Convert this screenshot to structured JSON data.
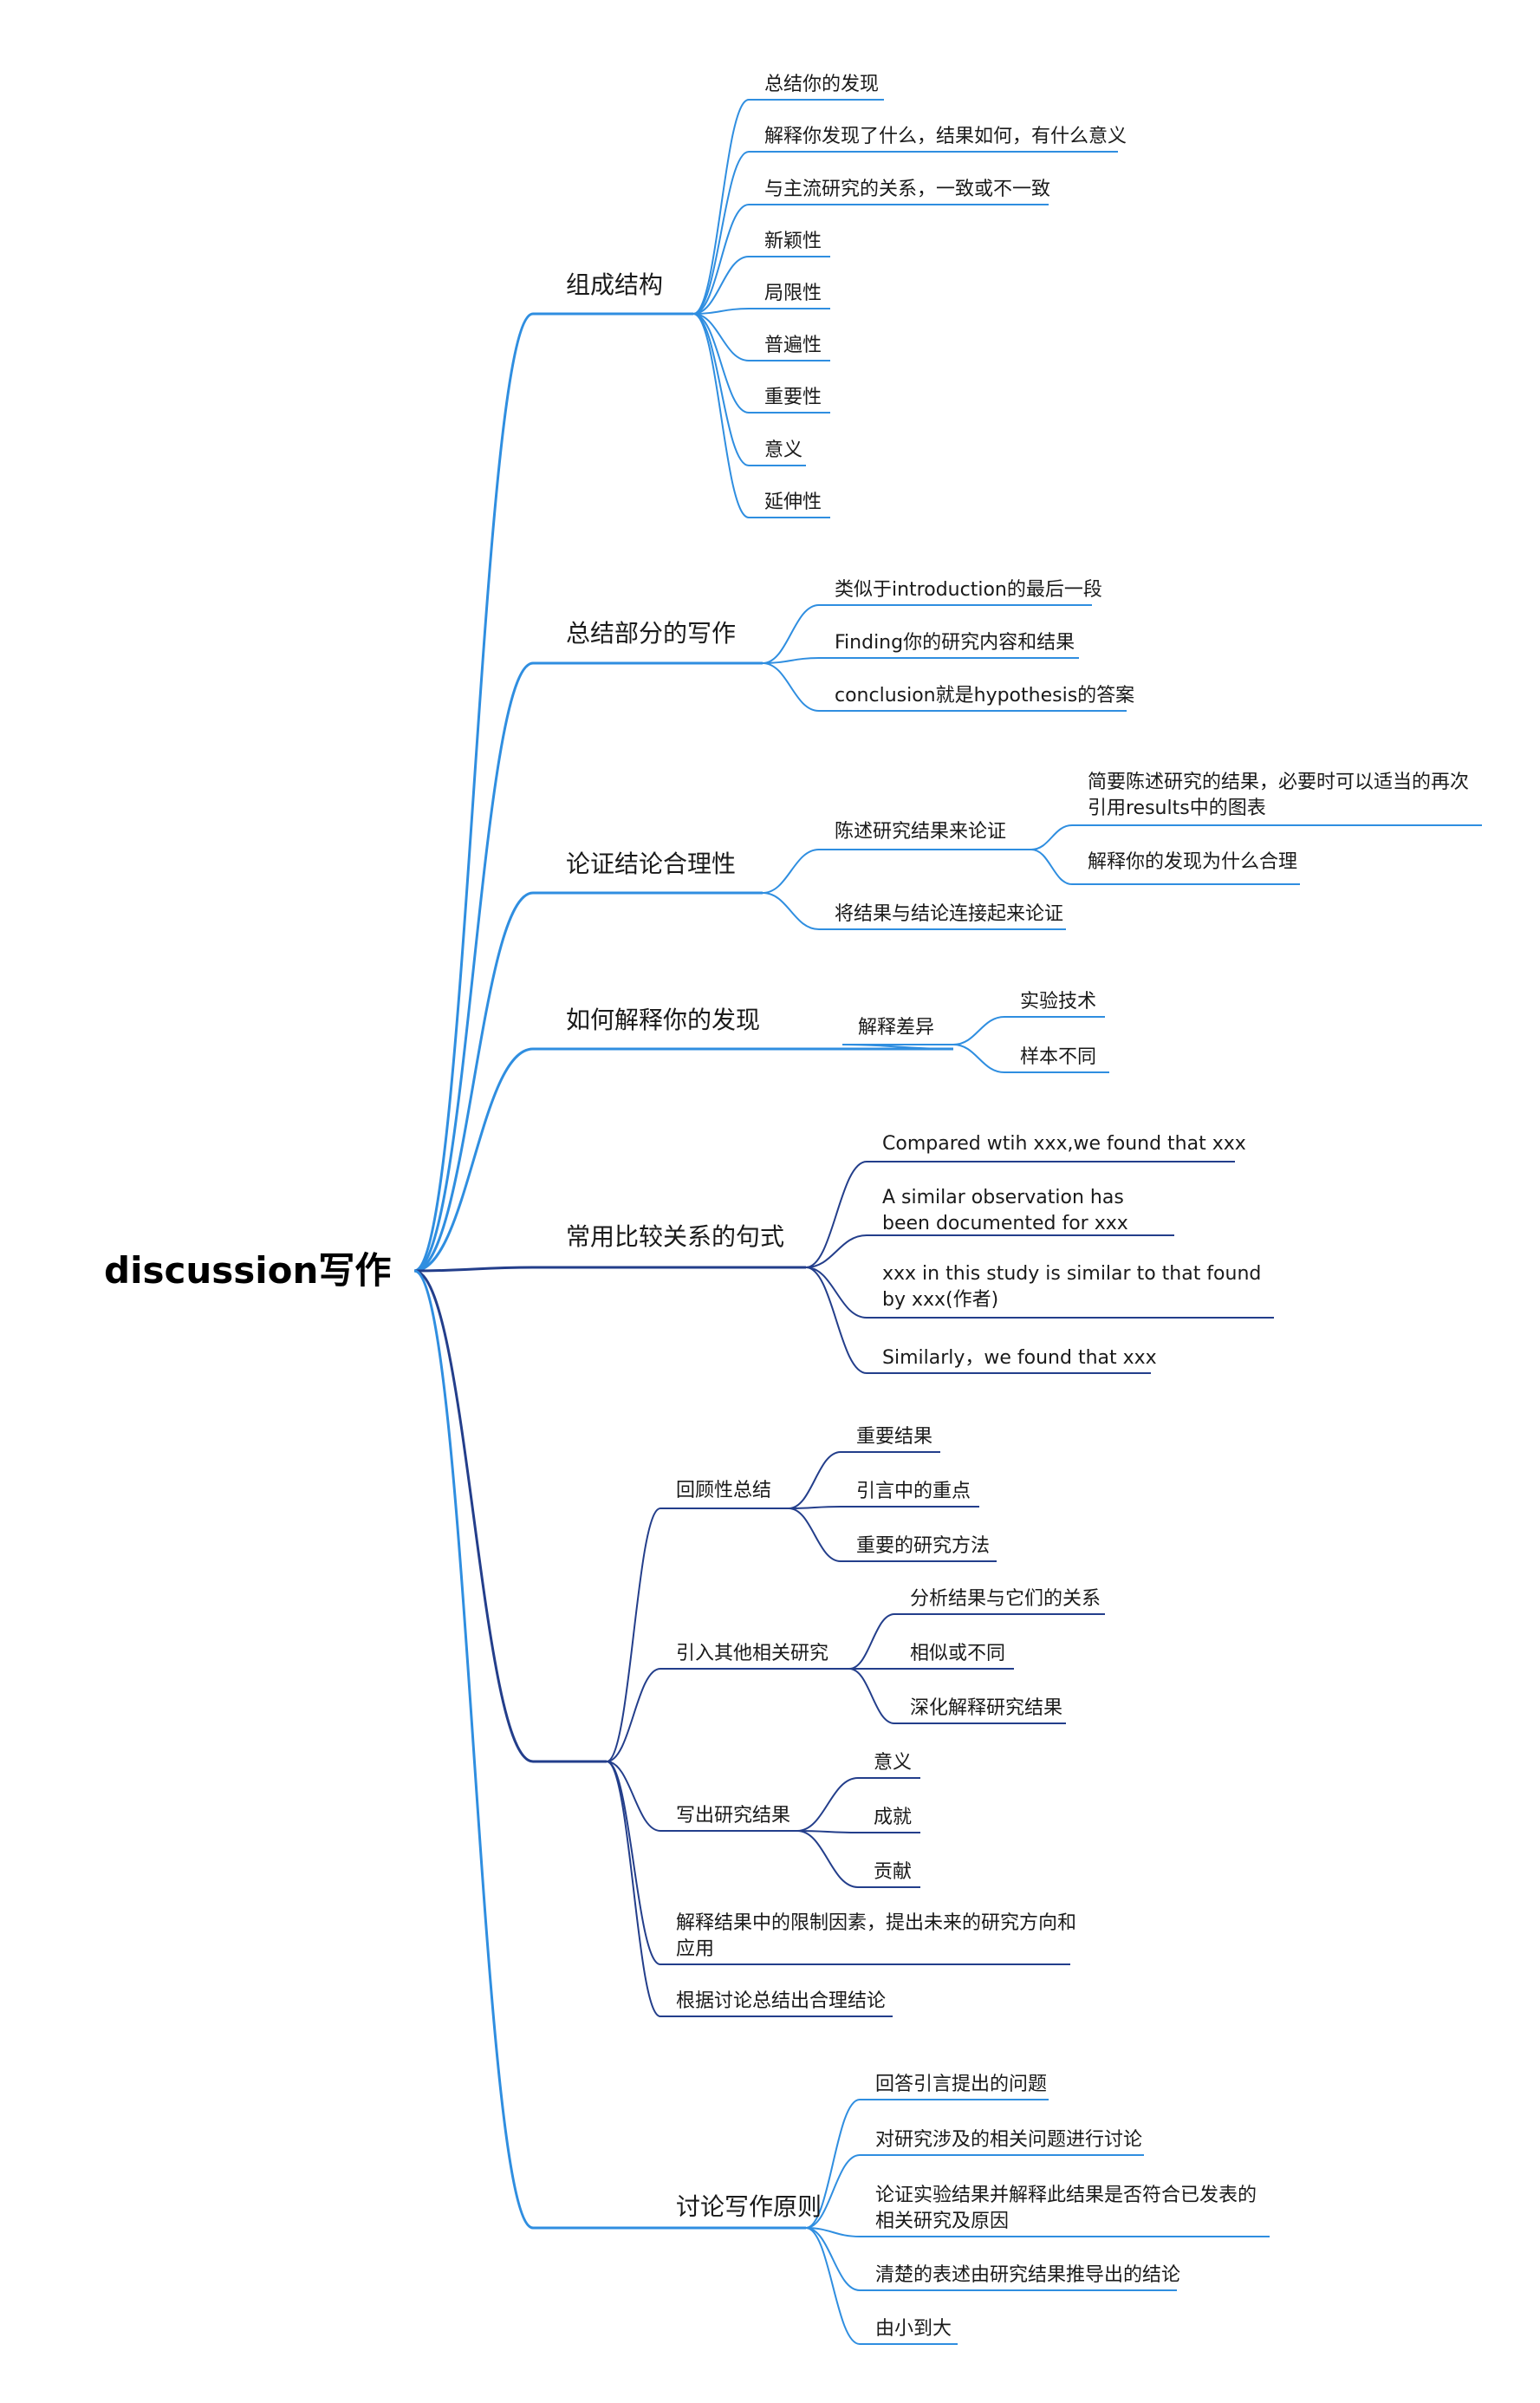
{
  "root": "discussion写作",
  "colors": {
    "blue": "#2f8ee0",
    "navy": "#233e8b"
  },
  "branches": [
    {
      "label": "组成结构",
      "color": "blue",
      "children": [
        {
          "label": "总结你的发现"
        },
        {
          "label": "解释你发现了什么，结果如何，有什么意义"
        },
        {
          "label": "与主流研究的关系，一致或不一致"
        },
        {
          "label": "新颖性"
        },
        {
          "label": "局限性"
        },
        {
          "label": "普遍性"
        },
        {
          "label": "重要性"
        },
        {
          "label": "意义"
        },
        {
          "label": "延伸性"
        }
      ]
    },
    {
      "label": "总结部分的写作",
      "color": "blue",
      "children": [
        {
          "label": "类似于introduction的最后一段"
        },
        {
          "label": "Finding你的研究内容和结果"
        },
        {
          "label": "conclusion就是hypothesis的答案"
        }
      ]
    },
    {
      "label": "论证结论合理性",
      "color": "blue",
      "children": [
        {
          "label": "陈述研究结果来论证",
          "children": [
            {
              "label": "简要陈述研究的结果，必要时可以适当的再次引用results中的图表"
            },
            {
              "label": "解释你的发现为什么合理"
            }
          ]
        },
        {
          "label": "将结果与结论连接起来论证"
        }
      ]
    },
    {
      "label": "如何解释你的发现",
      "color": "blue",
      "children": [
        {
          "label": "解释差异",
          "children": [
            {
              "label": "实验技术"
            },
            {
              "label": "样本不同"
            }
          ]
        }
      ]
    },
    {
      "label": "常用比较关系的句式",
      "color": "navy",
      "children": [
        {
          "label": "Compared wtih xxx,we found that xxx"
        },
        {
          "label": "A similar observation has been documented for xxx"
        },
        {
          "label": "xxx in this study is similar to that found by xxx(作者)"
        },
        {
          "label": "Similarly，we found that xxx"
        }
      ]
    },
    {
      "label": "",
      "color": "navy",
      "children": [
        {
          "label": "回顾性总结",
          "children": [
            {
              "label": "重要结果"
            },
            {
              "label": "引言中的重点"
            },
            {
              "label": "重要的研究方法"
            }
          ]
        },
        {
          "label": "引入其他相关研究",
          "children": [
            {
              "label": "分析结果与它们的关系"
            },
            {
              "label": "相似或不同"
            },
            {
              "label": "深化解释研究结果"
            }
          ]
        },
        {
          "label": "写出研究结果",
          "children": [
            {
              "label": "意义"
            },
            {
              "label": "成就"
            },
            {
              "label": "贡献"
            }
          ]
        },
        {
          "label": "解释结果中的限制因素，提出未来的研究方向和应用"
        },
        {
          "label": "根据讨论总结出合理结论"
        }
      ]
    },
    {
      "label": "讨论写作原则",
      "color": "blue",
      "children": [
        {
          "label": "回答引言提出的问题"
        },
        {
          "label": "对研究涉及的相关问题进行讨论"
        },
        {
          "label": "论证实验结果并解释此结果是否符合已发表的相关研究及原因"
        },
        {
          "label": "清楚的表述由研究结果推导出的结论"
        },
        {
          "label": "由小到大"
        }
      ]
    }
  ]
}
